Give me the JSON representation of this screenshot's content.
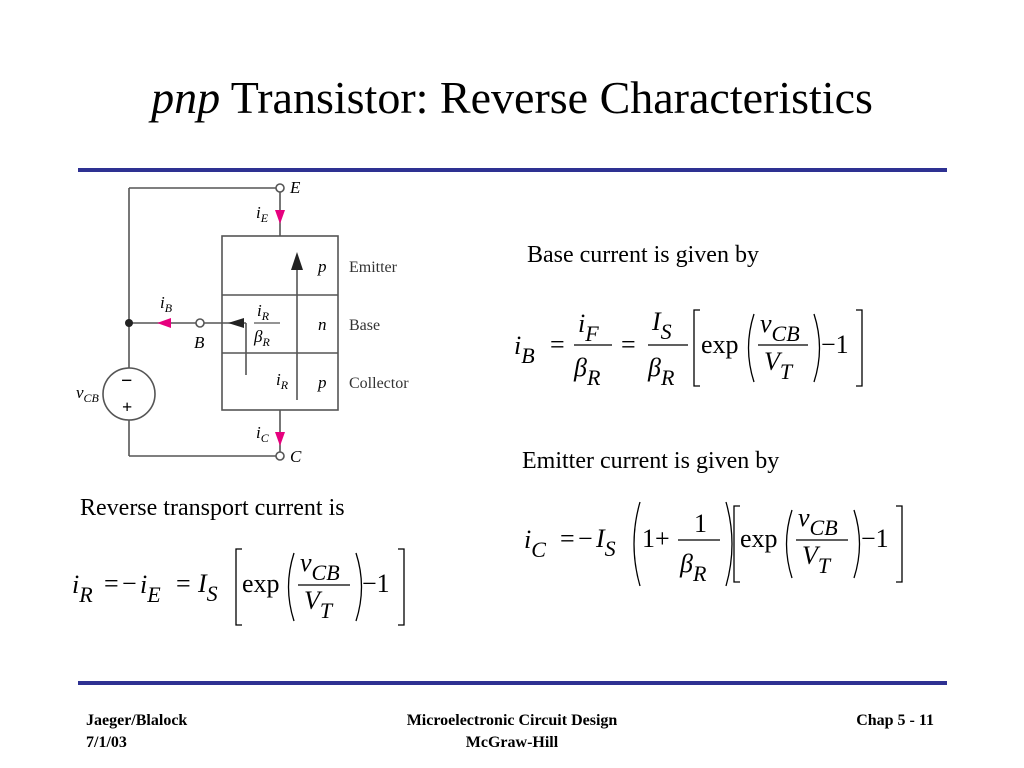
{
  "title": {
    "italic": "pnp",
    "rest": " Transistor: Reverse Characteristics"
  },
  "circuit": {
    "terminals": {
      "emitter": "E",
      "base": "B",
      "collector": "C"
    },
    "currents": {
      "iE": {
        "sym": "i",
        "sub": "E"
      },
      "iB": {
        "sym": "i",
        "sub": "B"
      },
      "iC": {
        "sym": "i",
        "sub": "C"
      },
      "iR": {
        "sym": "i",
        "sub": "R"
      },
      "iR_bottom": {
        "sym": "i",
        "sub": "R"
      },
      "betaR": {
        "sym": "β",
        "sub": "R"
      }
    },
    "source": {
      "sym": "v",
      "sub": "CB",
      "minus": "−",
      "plus": "+"
    },
    "layers": [
      {
        "type": "p",
        "name": "Emitter"
      },
      {
        "type": "n",
        "name": "Base"
      },
      {
        "type": "p",
        "name": "Collector"
      }
    ]
  },
  "labels": {
    "base_current": "Base current is given by",
    "emitter_current": "Emitter current is given by",
    "reverse_transport": "Reverse transport current is"
  },
  "eq_base": {
    "lhs_sym": "i",
    "lhs_sub": "B",
    "eq1": "=",
    "f1_num_sym": "i",
    "f1_num_sub": "F",
    "f1_den_sym": "β",
    "f1_den_sub": "R",
    "eq2": "=",
    "f2_num_sym": "I",
    "f2_num_sub": "S",
    "f2_den_sym": "β",
    "f2_den_sub": "R",
    "exp": "exp",
    "v_sym": "v",
    "v_sub": "CB",
    "vt_sym": "V",
    "vt_sub": "T",
    "minus1": "−1"
  },
  "eq_emitter": {
    "lhs_sym": "i",
    "lhs_sub": "C",
    "eq": "=",
    "neg": "−",
    "is_sym": "I",
    "is_sub": "S",
    "one_plus": "1+",
    "f_num": "1",
    "f_den_sym": "β",
    "f_den_sub": "R",
    "exp": "exp",
    "v_sym": "v",
    "v_sub": "CB",
    "vt_sym": "V",
    "vt_sub": "T",
    "minus1": "−1"
  },
  "eq_reverse": {
    "a_sym": "i",
    "a_sub": "R",
    "eq1": "=",
    "neg": "−",
    "b_sym": "i",
    "b_sub": "E",
    "eq2": "=",
    "is_sym": "I",
    "is_sub": "S",
    "exp": "exp",
    "v_sym": "v",
    "v_sub": "CB",
    "vt_sym": "V",
    "vt_sub": "T",
    "minus1": "−1"
  },
  "footer": {
    "author": "Jaeger/Blalock",
    "date": "7/1/03",
    "book": "Microelectronic Circuit Design",
    "publisher": "McGraw-Hill",
    "chapter": "Chap 5 - 11"
  },
  "colors": {
    "rule": "#2e3192",
    "arrow": "#e6007e",
    "circuit_line": "#555555"
  }
}
